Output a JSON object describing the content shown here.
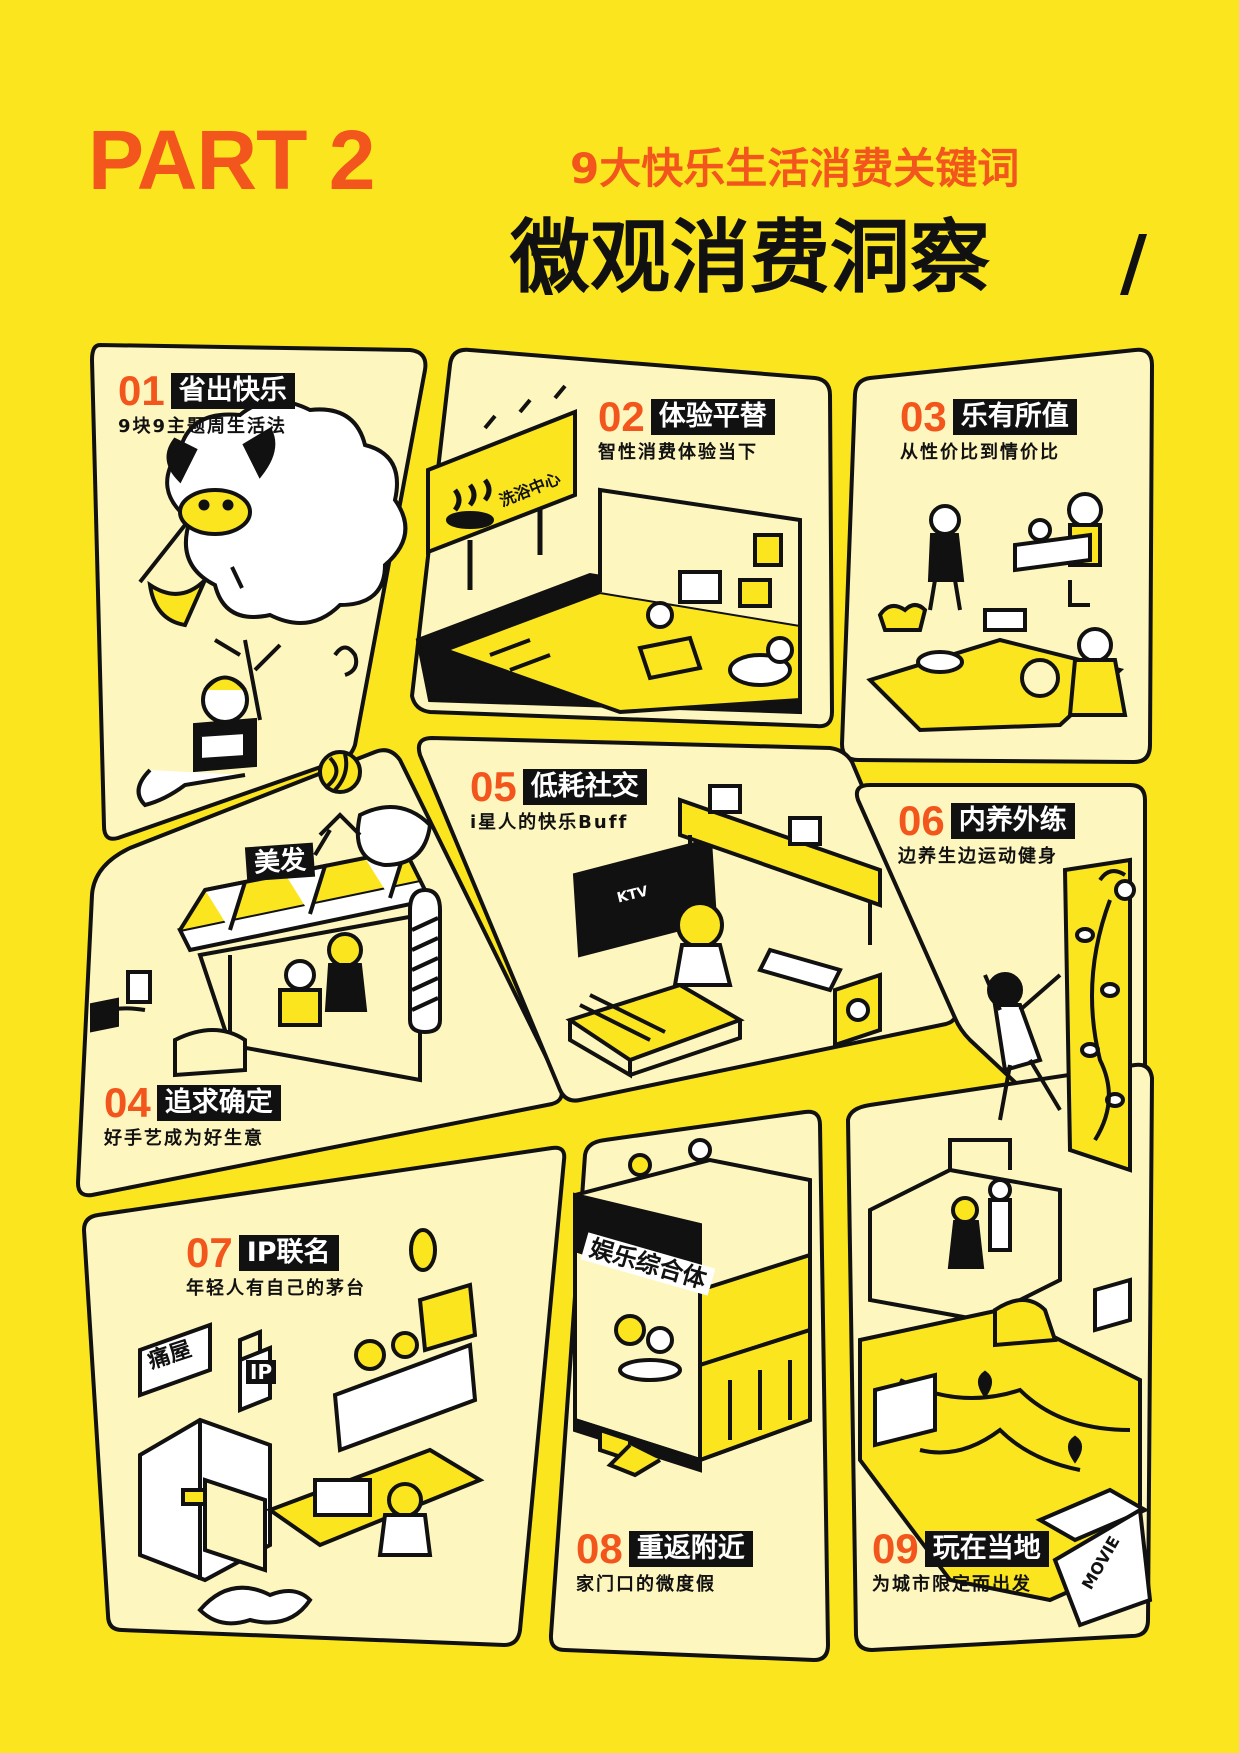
{
  "header": {
    "part": "PART 2",
    "subtitle": "9大快乐生活消费关键词",
    "title": "微观消费洞察",
    "slash_left": "\\",
    "slash_right": "/"
  },
  "panels": [
    {
      "num": "01",
      "tag": "省出快乐",
      "desc": "9块9主题周生活法"
    },
    {
      "num": "02",
      "tag": "体验平替",
      "desc": "智性消费体验当下"
    },
    {
      "num": "03",
      "tag": "乐有所值",
      "desc": "从性价比到情价比"
    },
    {
      "num": "04",
      "tag": "追求确定",
      "desc": "好手艺成为好生意"
    },
    {
      "num": "05",
      "tag": "低耗社交",
      "desc": "i星人的快乐Buff"
    },
    {
      "num": "06",
      "tag": "内养外练",
      "desc": "边养生边运动健身"
    },
    {
      "num": "07",
      "tag": "IP联名",
      "desc": "年轻人有自己的茅台"
    },
    {
      "num": "08",
      "tag": "重返附近",
      "desc": "家门口的微度假"
    },
    {
      "num": "09",
      "tag": "玩在当地",
      "desc": "为城市限定而出发"
    }
  ],
  "signs": {
    "bath": "洗浴中心",
    "hair": "美发",
    "ktv": "KTV",
    "mall": "娱乐综合体",
    "shop": "痛屋",
    "ip": "IP",
    "movie": "MOVIE"
  },
  "colors": {
    "background": "#FBE51E",
    "accent": "#F2561D",
    "panel_fill": "#FEF6BF",
    "ink": "#111111"
  }
}
